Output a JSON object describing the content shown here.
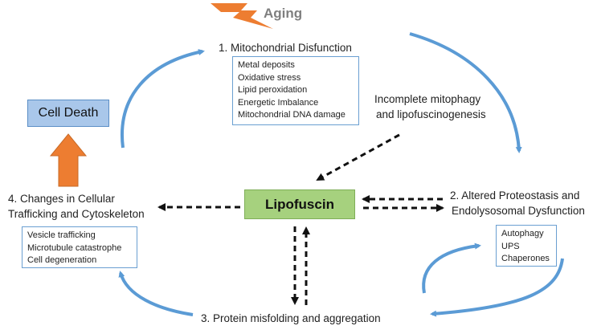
{
  "aging": "Aging",
  "mito": {
    "title": "1. Mitochondrial Disfunction",
    "items": [
      "Metal deposits",
      "Oxidative stress",
      "Lipid peroxidation",
      "Energetic Imbalance",
      "Mitochondrial DNA damage"
    ]
  },
  "incomplete": {
    "line1": "Incomplete mitophagy",
    "line2": "and lipofuscinogenesis"
  },
  "cell_death": "Cell Death",
  "lipofuscin": "Lipofuscin",
  "trafficking": {
    "line1": "4. Changes in Cellular",
    "line2": "Trafficking and Cytoskeleton",
    "items": [
      "Vesicle trafficking",
      "Microtubule catastrophe",
      "Cell degeneration"
    ]
  },
  "proteostasis": {
    "line1": "2. Altered Proteostasis and",
    "line2": "Endolysosomal Dysfunction",
    "items": [
      "Autophagy",
      "UPS",
      "Chaperones"
    ]
  },
  "misfolding": "3. Protein misfolding and aggregation",
  "colors": {
    "cycle_arrow": "#5b9bd5",
    "dashed_arrow": "#111111",
    "lightning": "#ed7d31",
    "up_arrow": "#ed7d31",
    "lipofuscin_fill": "#a6d17e",
    "cell_death_fill": "#a9c7ea"
  }
}
